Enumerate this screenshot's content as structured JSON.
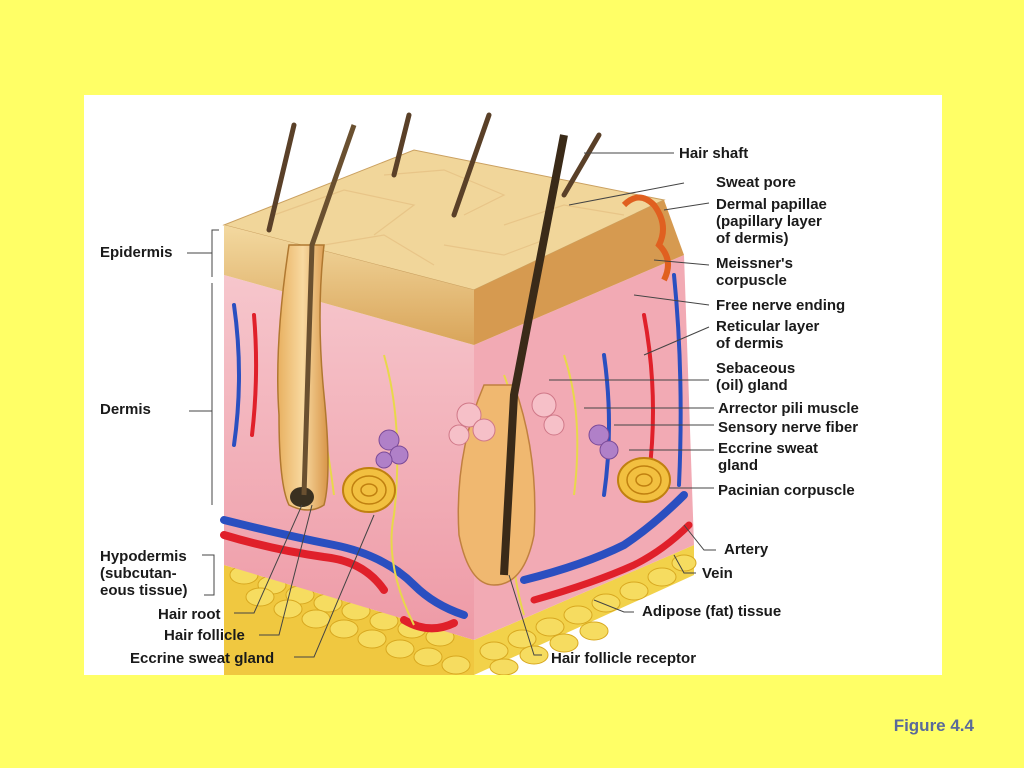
{
  "figure": {
    "caption": "Figure 4.4",
    "labels": {
      "hair_shaft": "Hair shaft",
      "sweat_pore": "Sweat pore",
      "dermal_papillae": "Dermal papillae\n(papillary layer\n of dermis)",
      "meissners_corpuscle": "Meissner's\ncorpuscle",
      "free_nerve_ending": "Free nerve ending",
      "reticular_layer": "Reticular layer\nof dermis",
      "sebaceous_gland": "Sebaceous\n(oil) gland",
      "arrector_pili_muscle": "Arrector pili muscle",
      "sensory_nerve_fiber": "Sensory nerve fiber",
      "eccrine_sweat_gland_right": "Eccrine sweat\ngland",
      "pacinian_corpuscle": "Pacinian corpuscle",
      "artery": "Artery",
      "vein": "Vein",
      "adipose_tissue": "Adipose (fat) tissue",
      "hair_follicle_receptor": "Hair follicle receptor",
      "eccrine_sweat_gland_bottom": "Eccrine sweat gland",
      "hair_follicle": "Hair follicle",
      "hair_root": "Hair root",
      "hypodermis": "Hypodermis\n(subcutan-\neous tissue)",
      "dermis": "Dermis",
      "epidermis": "Epidermis"
    },
    "colors": {
      "background": "#ffff66",
      "epidermis": "#d9a55a",
      "dermis": "#f4b8c0",
      "adipose": "#f2d24a",
      "artery": "#e0202a",
      "vein": "#2a4fc0",
      "nerve": "#e8d84a",
      "caption": "#5a6a9a"
    }
  }
}
